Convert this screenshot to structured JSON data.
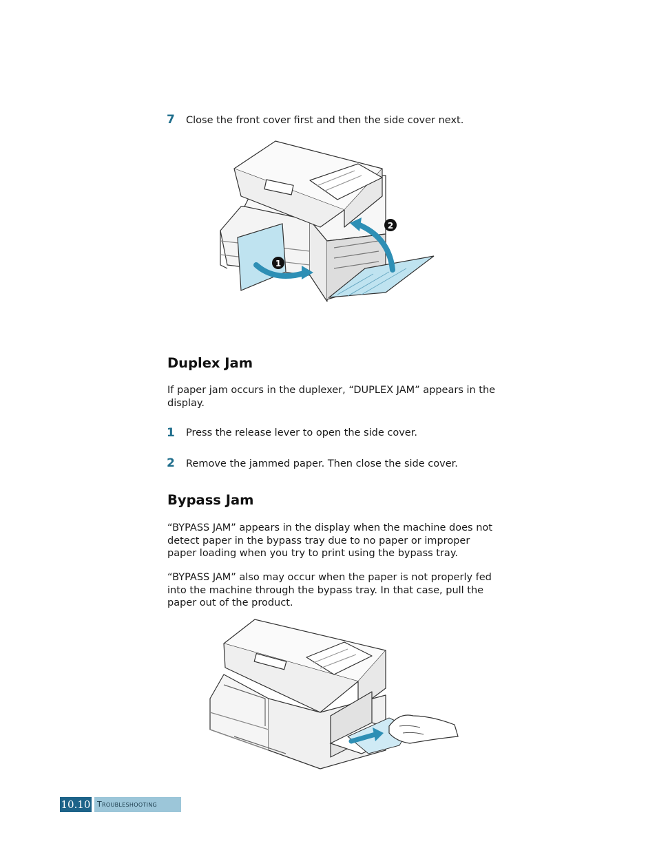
{
  "step7": {
    "number": "7",
    "text": "Close the front cover first and then the side cover next."
  },
  "figure1": {
    "callout1": "❶",
    "callout2": "❷"
  },
  "duplex": {
    "heading": "Duplex Jam",
    "intro": "If paper jam occurs in the duplexer, “DUPLEX JAM” appears in the display.",
    "steps": [
      {
        "number": "1",
        "text": "Press the release lever to open the side cover."
      },
      {
        "number": "2",
        "text": "Remove the jammed paper. Then close the side cover."
      }
    ]
  },
  "bypass": {
    "heading": "Bypass Jam",
    "para1": "“BYPASS JAM” appears in the display when the machine does not detect paper in the bypass tray due to no paper or improper paper loading when you try to print using the bypass tray.",
    "para2": "“BYPASS JAM” also may occur when the paper is not properly fed into the machine through the bypass tray. In that case, pull the paper out of the product."
  },
  "footer": {
    "page_number": "10.10",
    "section": "Troubleshooting"
  },
  "colors": {
    "accent": "#1d6389",
    "accent_light": "#9cc6d9",
    "cover_highlight": "#bfe3f0",
    "arrow": "#2e8fb5"
  }
}
